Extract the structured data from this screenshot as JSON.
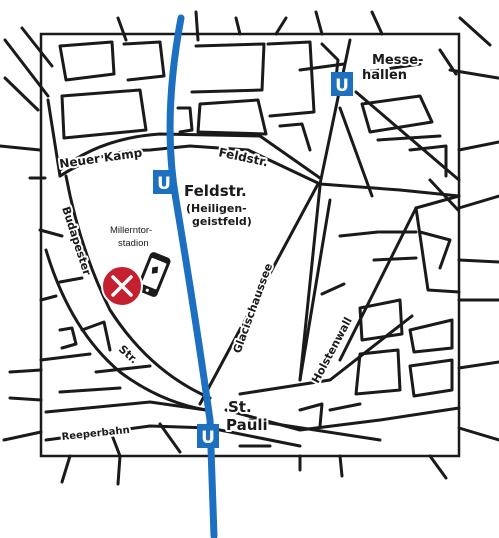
{
  "map": {
    "colors": {
      "subway_line": "#1d6fc0",
      "station_badge": "#1d6fc0",
      "venue_marker": "#c42030",
      "streets": "#1a1a1a",
      "background": "#ffffff"
    },
    "streets": {
      "neuer_kamp": "Neuer Kamp",
      "feldstr": "Feldstr.",
      "budapester": "Budapester",
      "str": "Str.",
      "glacischaussee": "Glacischaussee",
      "holstenwall": "Holstenwall",
      "reeperbahn": "Reeperbahn"
    },
    "stations": {
      "badge_letter": "U",
      "messehallen_line1": "Messe-",
      "messehallen_line2": "hallen",
      "feldstr_line1": "Feldstr.",
      "feldstr_line2": "(Heiligen-",
      "feldstr_line3": "geistfeld)",
      "stpauli_line1": "St.",
      "stpauli_line2": "Pauli"
    },
    "venue": {
      "name_line1": "Millerntor-",
      "name_line2": "stadion",
      "marker_icon": "close-x-icon",
      "phone_icon": "smartphone-icon"
    }
  }
}
